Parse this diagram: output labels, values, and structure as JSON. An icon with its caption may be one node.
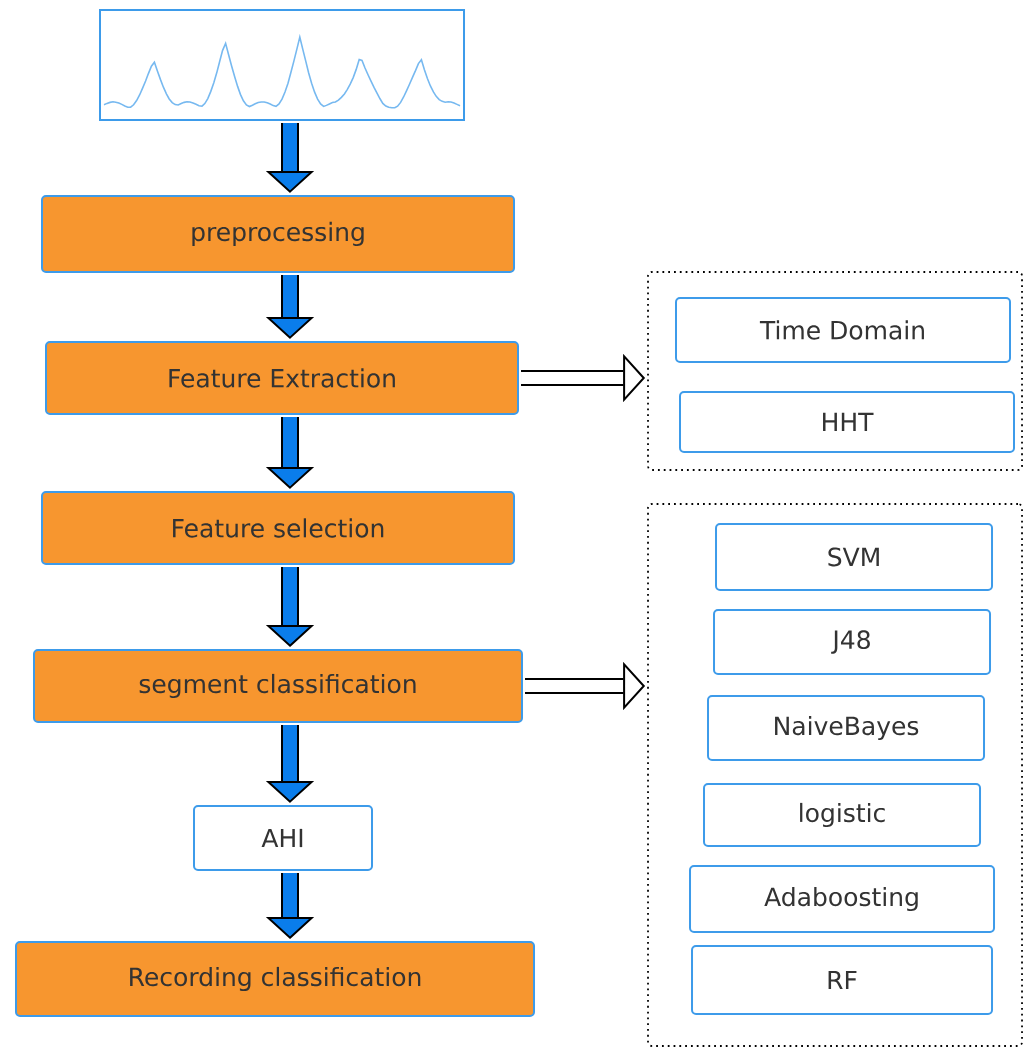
{
  "diagram": {
    "nodes": [
      {
        "text": [],
        "shape": "picture"
      },
      {
        "text": [
          "preprocessing"
        ]
      },
      {
        "text": [
          "Feature Extraction"
        ]
      },
      {
        "text": [
          "Feature selection"
        ]
      },
      {
        "text": [
          "segment classification"
        ]
      },
      {
        "text": [
          "AHI"
        ]
      },
      {
        "text": [
          "Recording classification"
        ]
      },
      {
        "text": [],
        "shape": "box"
      },
      {
        "text": [
          "Time Domain"
        ],
        "in": 7
      },
      {
        "text": [
          "HHT"
        ],
        "in": 7
      },
      {
        "text": [],
        "shape": "box"
      },
      {
        "text": [
          "SVM"
        ],
        "in": 10
      },
      {
        "text": [
          "J48"
        ],
        "in": 10
      },
      {
        "text": [
          "NaiveBayes"
        ],
        "in": 10
      },
      {
        "text": [
          "logistic"
        ],
        "in": 10
      },
      {
        "text": [
          "Adaboosting"
        ],
        "in": 10
      },
      {
        "text": [
          "RF"
        ],
        "in": 10
      }
    ],
    "edges": [
      {
        "from": 0,
        "to": 1,
        "arrow": "to"
      },
      {
        "from": 1,
        "to": 2,
        "arrow": "to"
      },
      {
        "from": 2,
        "to": 3,
        "arrow": "to"
      },
      {
        "from": 3,
        "to": 4,
        "arrow": "to"
      },
      {
        "from": 4,
        "to": 5,
        "arrow": "to"
      },
      {
        "from": 5,
        "to": 6,
        "arrow": "to"
      },
      {
        "from": 2,
        "to": 7,
        "arrow": "to"
      },
      {
        "from": 4,
        "to": 10,
        "arrow": "to"
      }
    ]
  }
}
